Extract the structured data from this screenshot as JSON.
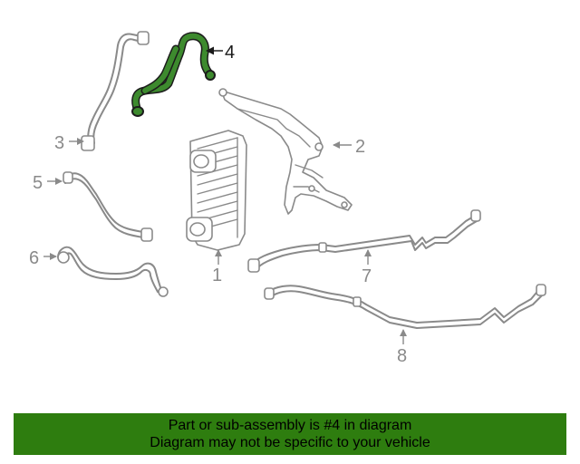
{
  "callouts": {
    "c1": "1",
    "c2": "2",
    "c3": "3",
    "c4": "4",
    "c5": "5",
    "c6": "6",
    "c7": "7",
    "c8": "8"
  },
  "highlighted_part": "4",
  "colors": {
    "highlight": "#3d8a2e",
    "banner": "#2e7d0f",
    "line_art": "#8a8a8a"
  },
  "banner": {
    "line1": "Part or sub-assembly is #4 in diagram",
    "line2": "Diagram may not be specific to your vehicle"
  }
}
